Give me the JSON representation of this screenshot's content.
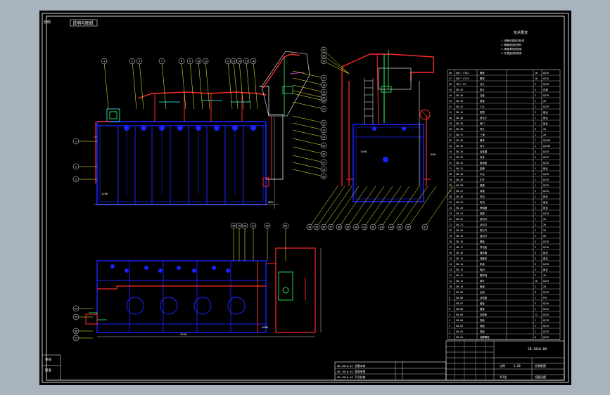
{
  "colors": {
    "viewport_bg": "#a9b3bd",
    "sheet_bg": "#000000",
    "frame": "#ffffff",
    "body": "#1a22ff",
    "pipe": "#ff2a2a",
    "leader": "#ffff33",
    "accent": "#33ff66",
    "magenta": "#ff33ff",
    "cyan": "#33ffff"
  },
  "title_tab": {
    "label": "说明与图纸"
  },
  "corner_tag": {
    "label": "比例"
  },
  "tech_notes": {
    "heading": "技术要求",
    "lines": [
      "1.设备安装前应检查",
      "2.管道连接处密封",
      "3.焊缝须探伤检验",
      "4.外表面涂防锈漆"
    ]
  },
  "callouts_top": [
    "4",
    "5",
    "6",
    "7",
    "8",
    "9",
    "10",
    "11",
    "12",
    "13",
    "14",
    "15",
    "16"
  ],
  "callouts_side_left": [
    "1",
    "2",
    "3"
  ],
  "callouts_right_stack": [
    "17",
    "18",
    "19",
    "20",
    "21",
    "22",
    "23",
    "24",
    "25",
    "26",
    "27",
    "28",
    "29",
    "30"
  ],
  "callouts_right_view_top": [
    "31",
    "32",
    "33"
  ],
  "callouts_bottom_row": [
    "34",
    "35",
    "36",
    "37",
    "38",
    "39",
    "40",
    "41",
    "42",
    "43",
    "44",
    "45",
    "46",
    "47"
  ],
  "callouts_plan_top": [
    "48",
    "49",
    "50",
    "51",
    "52",
    "53"
  ],
  "callouts_plan_left": [
    "54",
    "55",
    "56",
    "57"
  ],
  "dim_labels": [
    "800",
    "1200",
    "1500",
    "2400",
    "3000",
    "600"
  ],
  "parts_list": {
    "rows": [
      {
        "no": "48",
        "code": "GB/T 5782",
        "name": "螺栓",
        "qty": "16",
        "mat": "Q235"
      },
      {
        "no": "47",
        "code": "GB/T 6170",
        "name": "螺母",
        "qty": "16",
        "mat": "Q235"
      },
      {
        "no": "46",
        "code": "JB/T 81",
        "name": "法兰",
        "qty": "4",
        "mat": "Q235"
      },
      {
        "no": "45",
        "code": "SB-45",
        "name": "垫片",
        "qty": "4",
        "mat": "石棉"
      },
      {
        "no": "44",
        "code": "SB-44",
        "name": "支座",
        "qty": "2",
        "mat": "Q235"
      },
      {
        "no": "43",
        "code": "SB-43",
        "name": "接管",
        "qty": "1",
        "mat": "20"
      },
      {
        "no": "42",
        "code": "SB-42",
        "name": "人孔",
        "qty": "1",
        "mat": "Q235"
      },
      {
        "no": "41",
        "code": "SB-41",
        "name": "视镜",
        "qty": "2",
        "mat": "组合"
      },
      {
        "no": "40",
        "code": "SB-40",
        "name": "液位计",
        "qty": "1",
        "mat": "组合"
      },
      {
        "no": "39",
        "code": "SB-39",
        "name": "阀门",
        "qty": "3",
        "mat": "组合"
      },
      {
        "no": "38",
        "code": "SB-38",
        "name": "弯头",
        "qty": "6",
        "mat": "20"
      },
      {
        "no": "37",
        "code": "SB-37",
        "name": "三通",
        "qty": "2",
        "mat": "20"
      },
      {
        "no": "36",
        "code": "SB-36",
        "name": "筒体",
        "qty": "1",
        "mat": "Q345R"
      },
      {
        "no": "35",
        "code": "SB-35",
        "name": "封头",
        "qty": "2",
        "mat": "Q345R"
      },
      {
        "no": "34",
        "code": "SB-34",
        "name": "加强圈",
        "qty": "4",
        "mat": "Q235"
      },
      {
        "no": "33",
        "code": "SB-33",
        "name": "吊耳",
        "qty": "4",
        "mat": "Q235"
      },
      {
        "no": "32",
        "code": "SB-32",
        "name": "接地板",
        "qty": "1",
        "mat": "Q235"
      },
      {
        "no": "31",
        "code": "SB-31",
        "name": "铭牌",
        "qty": "1",
        "mat": "组合"
      },
      {
        "no": "30",
        "code": "SB-30",
        "name": "平台",
        "qty": "1",
        "mat": "Q235"
      },
      {
        "no": "29",
        "code": "SB-29",
        "name": "栏杆",
        "qty": "1",
        "mat": "Q235"
      },
      {
        "no": "28",
        "code": "SB-28",
        "name": "爬梯",
        "qty": "1",
        "mat": "Q235"
      },
      {
        "no": "27",
        "code": "SB-27",
        "name": "风管",
        "qty": "2",
        "mat": "Q235"
      },
      {
        "no": "26",
        "code": "SB-26",
        "name": "风机",
        "qty": "1",
        "mat": "组合"
      },
      {
        "no": "25",
        "code": "SB-25",
        "name": "电机",
        "qty": "1",
        "mat": "组合"
      },
      {
        "no": "24",
        "code": "SB-24",
        "name": "联轴器",
        "qty": "1",
        "mat": "组合"
      },
      {
        "no": "23",
        "code": "SB-23",
        "name": "底座",
        "qty": "1",
        "mat": "Q235"
      },
      {
        "no": "22",
        "code": "SB-22",
        "name": "进料口",
        "qty": "1",
        "mat": "20"
      },
      {
        "no": "21",
        "code": "SB-21",
        "name": "出料口",
        "qty": "1",
        "mat": "20"
      },
      {
        "no": "20",
        "code": "SB-20",
        "name": "排污口",
        "qty": "2",
        "mat": "20"
      },
      {
        "no": "19",
        "code": "SB-19",
        "name": "溢流口",
        "qty": "1",
        "mat": "20"
      },
      {
        "no": "18",
        "code": "SB-18",
        "name": "隔板",
        "qty": "5",
        "mat": "Q235"
      },
      {
        "no": "17",
        "code": "SB-17",
        "name": "导流板",
        "qty": "5",
        "mat": "Q235"
      },
      {
        "no": "16",
        "code": "SB-16",
        "name": "搅拌器",
        "qty": "5",
        "mat": "组合"
      },
      {
        "no": "15",
        "code": "SB-15",
        "name": "减速机",
        "qty": "5",
        "mat": "组合"
      },
      {
        "no": "14",
        "code": "SB-14",
        "name": "机架",
        "qty": "5",
        "mat": "Q235"
      },
      {
        "no": "13",
        "code": "SB-13",
        "name": "轴封",
        "qty": "5",
        "mat": "组合"
      },
      {
        "no": "12",
        "code": "SB-12",
        "name": "搅拌轴",
        "qty": "5",
        "mat": "45"
      },
      {
        "no": "11",
        "code": "SB-11",
        "name": "桨叶",
        "qty": "10",
        "mat": "Q235"
      },
      {
        "no": "10",
        "code": "SB-10",
        "name": "管道",
        "qty": "1",
        "mat": "20"
      },
      {
        "no": "9",
        "code": "SB-09",
        "name": "支架",
        "qty": "8",
        "mat": "Q235"
      },
      {
        "no": "8",
        "code": "SB-08",
        "name": "加药管",
        "qty": "1",
        "mat": "PVC"
      },
      {
        "no": "7",
        "code": "SB-07",
        "name": "盖板",
        "qty": "5",
        "mat": "Q235"
      },
      {
        "no": "6",
        "code": "SB-06",
        "name": "槽体",
        "qty": "1",
        "mat": "Q235"
      },
      {
        "no": "5",
        "code": "SB-05",
        "name": "加强筋",
        "qty": "12",
        "mat": "Q235"
      },
      {
        "no": "4",
        "code": "SB-04",
        "name": "底板",
        "qty": "1",
        "mat": "Q235"
      },
      {
        "no": "3",
        "code": "SB-03",
        "name": "侧板",
        "qty": "2",
        "mat": "Q235"
      },
      {
        "no": "2",
        "code": "SB-02",
        "name": "端板",
        "qty": "2",
        "mat": "Q235"
      },
      {
        "no": "1",
        "code": "SB-01",
        "name": "地脚螺栓",
        "qty": "8",
        "mat": "Q235"
      }
    ]
  },
  "title_block": {
    "drawing_no": "SB-2010-00",
    "drawing_name": "总装配图",
    "scale_label": "比例",
    "scale": "1:20",
    "sheet_label": "共1张",
    "company": "设备总图",
    "footer_left": [
      "SB-2010-01  设备本体",
      "SB-2010-02  管道系统",
      "SB-2010-03  平台扶梯"
    ]
  },
  "left_strip": {
    "top": "审核",
    "bottom": "批准"
  }
}
